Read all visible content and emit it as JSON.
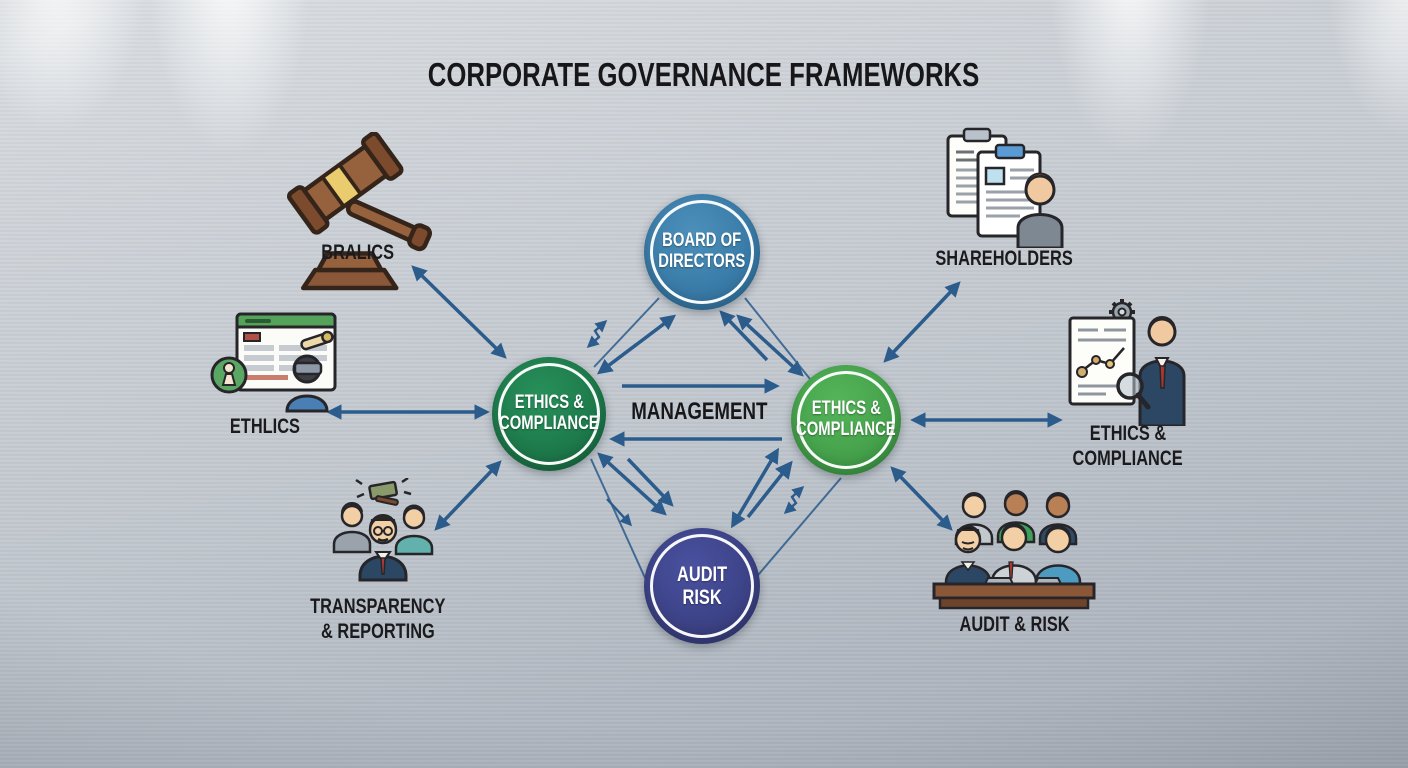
{
  "title": "CORPORATE GOVERNANCE FRAMEWORKS",
  "nodes": {
    "board": {
      "line1": "BOARD OF",
      "line2": "DIRECTORS"
    },
    "ethics_left": {
      "line1": "ETHICS &",
      "line2": "COMPLIANCE"
    },
    "ethics_right": {
      "line1": "ETHICS &",
      "line2": "COMPLIANCE"
    },
    "audit": {
      "line1": "AUDIT",
      "line2": "RISK"
    },
    "management": {
      "label": "MANAGEMENT"
    }
  },
  "satellites": {
    "legal": {
      "label": "BRALICS",
      "icon": "gavel-icon"
    },
    "ethics": {
      "label": "ETHLICS",
      "icon": "ethics-monitor-icon"
    },
    "transparency": {
      "line1": "TRANSPARENCY",
      "line2": "& REPORTING",
      "icon": "people-gavel-icon"
    },
    "shareholders": {
      "label": "SHAREHOLDERS",
      "icon": "clipboards-person-icon"
    },
    "compliance": {
      "line1": "ETHICS &",
      "line2": "COMPLIANCE",
      "icon": "document-review-icon"
    },
    "audit_risk": {
      "label": "AUDIT & RISK",
      "icon": "board-meeting-icon"
    }
  },
  "colors": {
    "board_circle": "#3a7ca9",
    "ethics_left_circle": "#1e7b4b",
    "ethics_right_circle": "#46a34c",
    "audit_circle": "#3d4387",
    "arrow": "#2b5c8c",
    "text": "#1b1b1e",
    "background": "#c2c7cd"
  }
}
